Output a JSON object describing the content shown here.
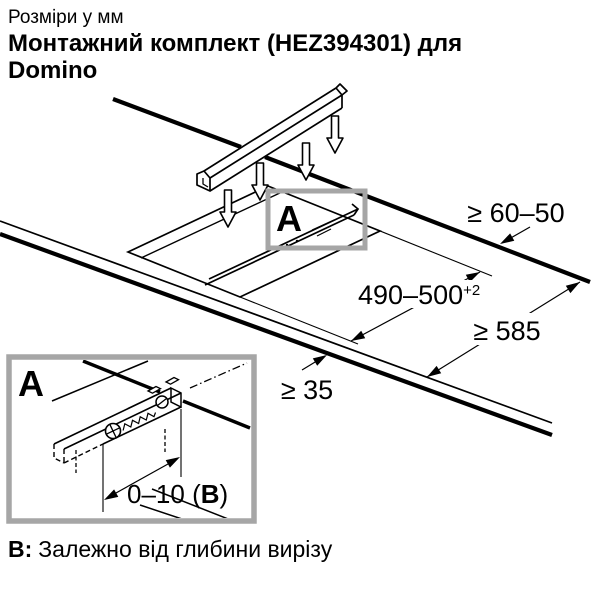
{
  "header": {
    "dimensions_note": "Розміри у мм",
    "title_line1": "Монтажний комплект (HEZ394301) для",
    "title_line2": "Domino"
  },
  "diagram": {
    "callout_label": "A",
    "dimensions": {
      "back_clearance": "≥ 60–50",
      "cutout_depth": "490–500",
      "cutout_depth_tolerance": "+2",
      "worktop_depth_min": "≥ 585",
      "front_clearance": "≥ 35"
    },
    "detail_a": {
      "label": "A",
      "overhang_prefix": "0–10 (",
      "overhang_key": "B",
      "overhang_suffix": ")"
    },
    "colors": {
      "line": "#000000",
      "callout_frame": "#a6a6a6",
      "background": "#ffffff"
    }
  },
  "footnote": {
    "key": "B:",
    "text": "Залежно від глибини вирізу"
  }
}
